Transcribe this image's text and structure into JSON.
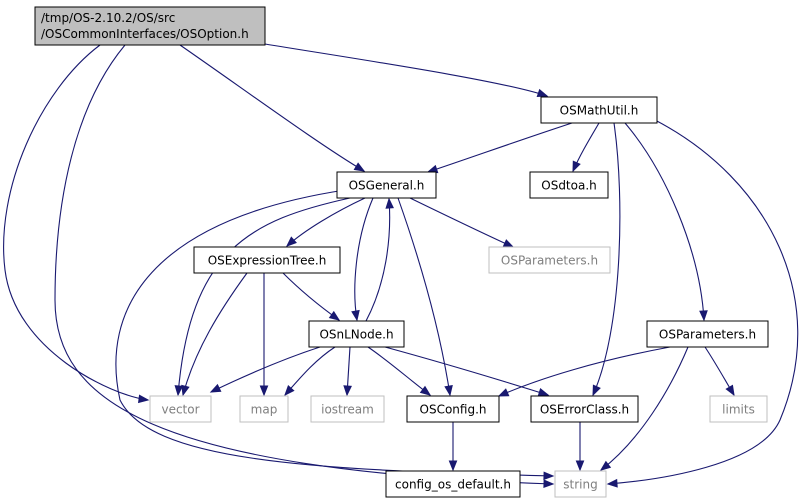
{
  "colors": {
    "edge": "#191970",
    "internal_border": "#000000",
    "external_border": "#bfbfbf",
    "external_text": "#7f7f7f",
    "root_fill": "#bfbfbf",
    "node_fill": "#ffffff",
    "text": "#000000"
  },
  "nodes": {
    "root": {
      "lines": [
        "/tmp/OS-2.10.2/OS/src",
        "/OSCommonInterfaces/OSOption.h"
      ],
      "kind": "root"
    },
    "osmathutil": {
      "lines": [
        "OSMathUtil.h"
      ],
      "kind": "internal"
    },
    "osgeneral": {
      "lines": [
        "OSGeneral.h"
      ],
      "kind": "internal"
    },
    "osdtoa": {
      "lines": [
        "OSdtoa.h"
      ],
      "kind": "internal"
    },
    "osexpressiontree": {
      "lines": [
        "OSExpressionTree.h"
      ],
      "kind": "internal"
    },
    "osparameters_ext": {
      "lines": [
        "OSParameters.h"
      ],
      "kind": "external"
    },
    "osnlnode": {
      "lines": [
        "OSnLNode.h"
      ],
      "kind": "internal"
    },
    "osparameters": {
      "lines": [
        "OSParameters.h"
      ],
      "kind": "internal"
    },
    "vector": {
      "lines": [
        "vector"
      ],
      "kind": "external"
    },
    "map": {
      "lines": [
        "map"
      ],
      "kind": "external"
    },
    "iostream": {
      "lines": [
        "iostream"
      ],
      "kind": "external"
    },
    "osconfig": {
      "lines": [
        "OSConfig.h"
      ],
      "kind": "internal"
    },
    "oserrorclass": {
      "lines": [
        "OSErrorClass.h"
      ],
      "kind": "internal"
    },
    "limits": {
      "lines": [
        "limits"
      ],
      "kind": "external"
    },
    "config_os_default": {
      "lines": [
        "config_os_default.h"
      ],
      "kind": "internal"
    },
    "string": {
      "lines": [
        "string"
      ],
      "kind": "external"
    }
  },
  "edges": [
    [
      "root",
      "osmathutil"
    ],
    [
      "root",
      "osgeneral"
    ],
    [
      "root",
      "vector"
    ],
    [
      "root",
      "string"
    ],
    [
      "osmathutil",
      "osgeneral"
    ],
    [
      "osmathutil",
      "osdtoa"
    ],
    [
      "osmathutil",
      "oserrorclass"
    ],
    [
      "osmathutil",
      "osparameters"
    ],
    [
      "osmathutil",
      "string"
    ],
    [
      "osgeneral",
      "osexpressiontree"
    ],
    [
      "osgeneral",
      "osparameters_ext"
    ],
    [
      "osgeneral",
      "osnlnode"
    ],
    [
      "osgeneral",
      "osconfig"
    ],
    [
      "osgeneral",
      "vector"
    ],
    [
      "osgeneral",
      "string"
    ],
    [
      "osexpressiontree",
      "osnlnode"
    ],
    [
      "osexpressiontree",
      "vector"
    ],
    [
      "osexpressiontree",
      "map"
    ],
    [
      "osnlnode",
      "osgeneral"
    ],
    [
      "osnlnode",
      "vector"
    ],
    [
      "osnlnode",
      "map"
    ],
    [
      "osnlnode",
      "iostream"
    ],
    [
      "osnlnode",
      "osconfig"
    ],
    [
      "osnlnode",
      "oserrorclass"
    ],
    [
      "osparameters",
      "osconfig"
    ],
    [
      "osparameters",
      "limits"
    ],
    [
      "osparameters",
      "string"
    ],
    [
      "osconfig",
      "config_os_default"
    ],
    [
      "oserrorclass",
      "string"
    ]
  ]
}
